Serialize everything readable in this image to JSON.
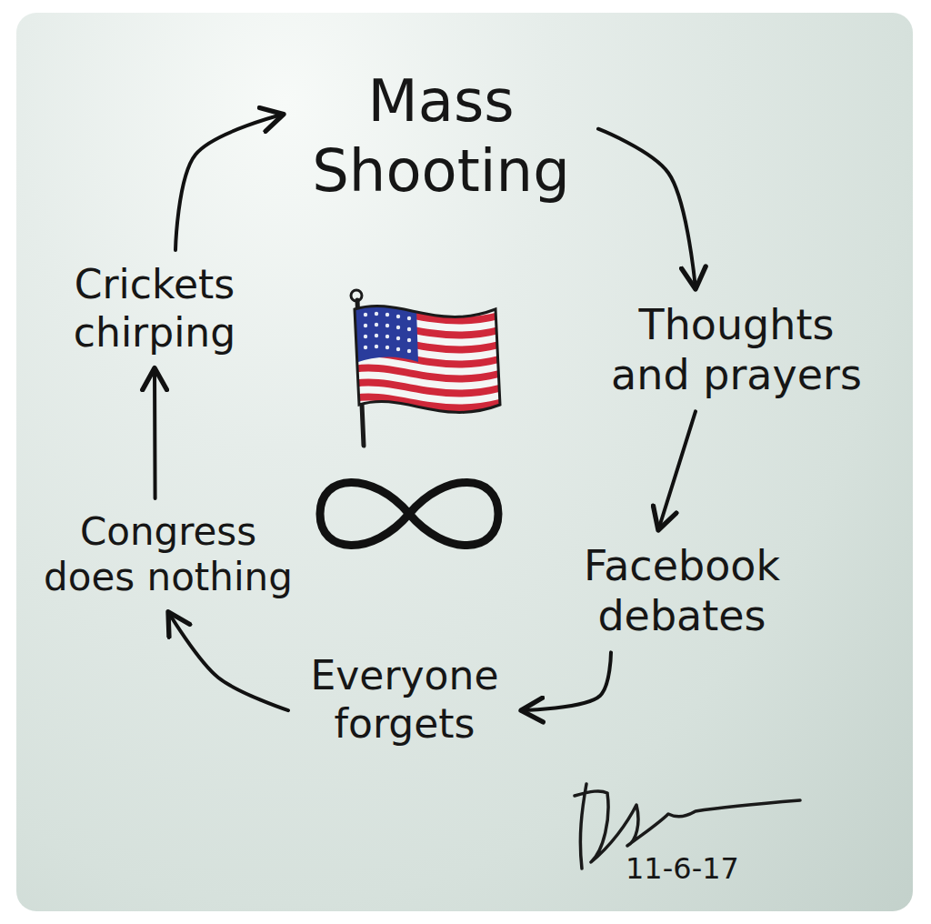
{
  "diagram": {
    "nodes": [
      {
        "text": [
          "Mass Shooting"
        ]
      },
      {
        "text": [
          "Thoughts and prayers"
        ]
      },
      {
        "text": [
          "Facebook debates"
        ]
      },
      {
        "text": [
          "Everyone forgets"
        ]
      },
      {
        "text": [
          "Congress does nothing"
        ]
      },
      {
        "text": [
          "Crickets chirping"
        ]
      }
    ],
    "edges": [
      {
        "from": 0,
        "to": 1,
        "arrow": "to"
      },
      {
        "from": 1,
        "to": 2,
        "arrow": "to"
      },
      {
        "from": 2,
        "to": 3,
        "arrow": "to"
      },
      {
        "from": 3,
        "to": 4,
        "arrow": "to"
      },
      {
        "from": 4,
        "to": 5,
        "arrow": "to"
      },
      {
        "from": 5,
        "to": 0,
        "arrow": "to"
      }
    ],
    "labels": [
      "11-6-17"
    ]
  }
}
